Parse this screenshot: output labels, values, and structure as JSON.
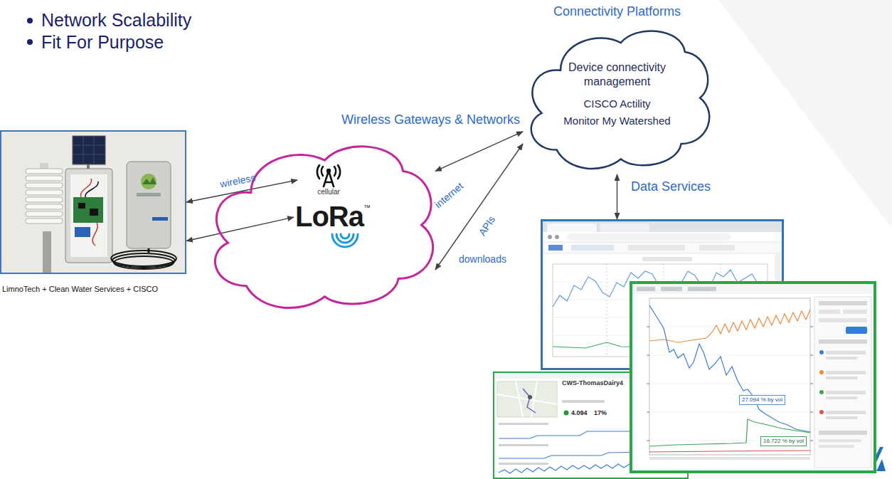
{
  "diagram": {
    "nodes": [
      {
        "text": []
      },
      {
        "text": [
          "Wireless Gateways & Networks"
        ]
      },
      {
        "text": [
          "cellular"
        ],
        "in": 1
      },
      {
        "text": [
          "LoRa",
          "™"
        ],
        "in": 1
      },
      {
        "text": [
          "Connectivity Platforms",
          "Device connectivity management",
          "CISCO Actility",
          "Monitor My Watershed"
        ]
      },
      {
        "text": []
      },
      {
        "text": [
          "27.094 % by vol",
          "16.722 % by vol"
        ]
      },
      {
        "text": [
          "CWS-ThomasDairy4",
          "4.094",
          "17%"
        ]
      }
    ],
    "edges": [
      {
        "from": 0,
        "to": 2,
        "arrow": "both",
        "label": "wireless"
      },
      {
        "from": 0,
        "to": 3,
        "arrow": "both"
      },
      {
        "from": 1,
        "to": 4,
        "arrow": "both"
      },
      {
        "from": 1,
        "to": 4,
        "arrow": "both",
        "label": "internet"
      },
      {
        "from": 4,
        "to": 5,
        "arrow": "both",
        "label": "Data Services"
      }
    ],
    "labels": [
      "Network Scalability",
      "Fit For Purpose",
      "APIs",
      "downloads",
      "LimnoTech + Clean Water Services + CISCO"
    ]
  }
}
